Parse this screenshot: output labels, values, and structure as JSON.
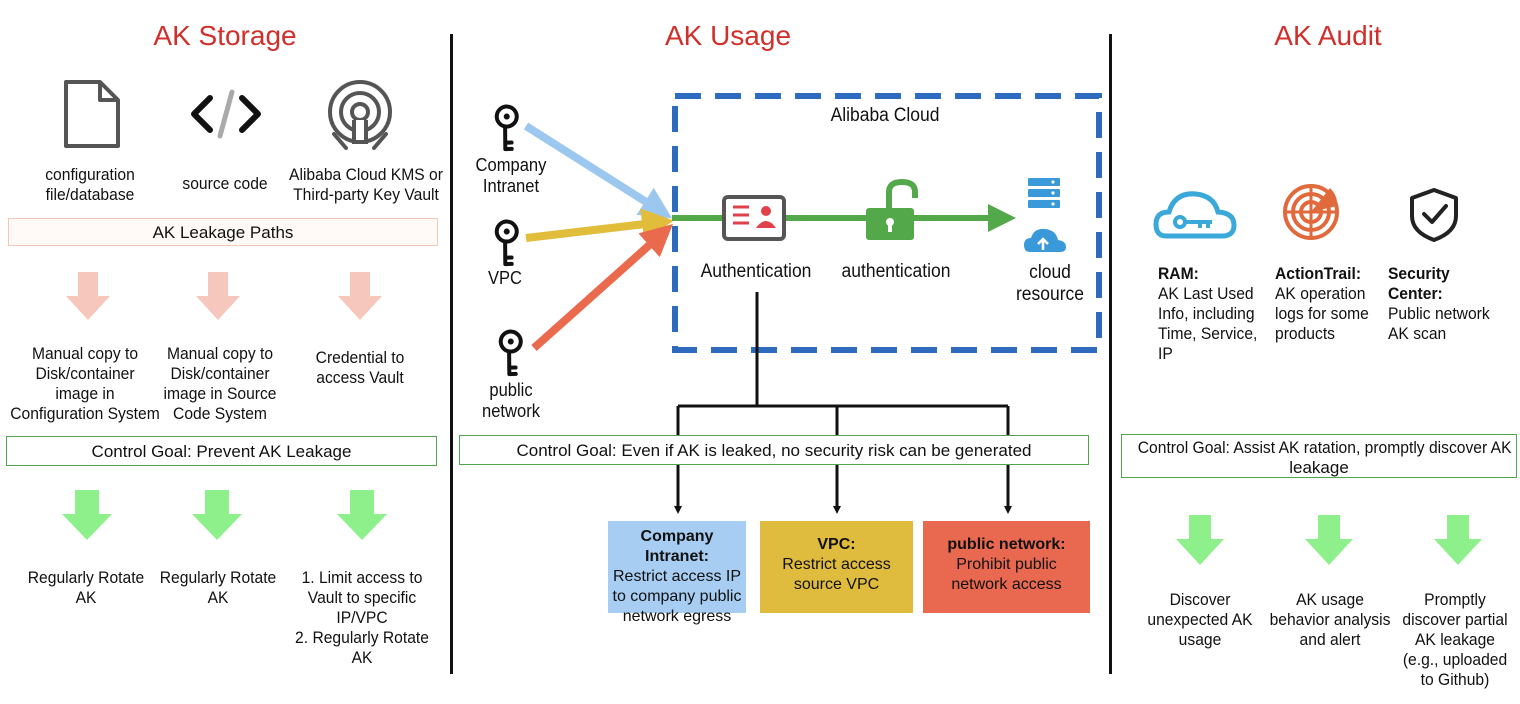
{
  "colors": {
    "heading": "#d0302b",
    "leak_arrow": "#f6c7bd",
    "goal_arrow": "#8ef08a",
    "dashed_border": "#2e6bbf",
    "intranet_arrow": "#9cc8ef",
    "vpc_arrow": "#e2bd3c",
    "public_arrow": "#ea6a4e",
    "main_flow": "#53a84a",
    "intranet_box": "#a7cdf2",
    "vpc_box": "#dfbb3e",
    "public_box": "#e8694f"
  },
  "storage": {
    "heading": "AK Storage",
    "items": [
      {
        "icon": "file-icon",
        "label_l1": "configuration",
        "label_l2": "file/database"
      },
      {
        "icon": "code-icon",
        "label_l1": "source code",
        "label_l2": ""
      },
      {
        "icon": "kms-icon",
        "label_l1": "Alibaba Cloud KMS or",
        "label_l2": "Third-party Key Vault"
      }
    ],
    "leak_paths": "AK Leakage Paths",
    "paths": [
      [
        "Manual copy to",
        "Disk/container",
        "image in",
        "Configuration System"
      ],
      [
        "Manual copy to",
        "Disk/container",
        "image in Source",
        "Code System"
      ],
      [
        "Credential to",
        "access Vault"
      ]
    ],
    "goal": "Control Goal: Prevent AK Leakage",
    "measures": [
      [
        "Regularly Rotate",
        "AK"
      ],
      [
        "Regularly Rotate",
        "AK"
      ],
      [
        "1. Limit access to",
        "Vault to specific",
        "IP/VPC",
        "2. Regularly Rotate",
        "AK"
      ]
    ]
  },
  "usage": {
    "heading": "AK Usage",
    "cloud_label": "Alibaba Cloud",
    "sources": [
      {
        "l1": "Company",
        "l2": "Intranet"
      },
      {
        "l1": "VPC",
        "l2": ""
      },
      {
        "l1": "public",
        "l2": "network"
      }
    ],
    "step1": "Authentication",
    "step2": "authentication",
    "resource_l1": "cloud",
    "resource_l2": "resource",
    "goal": "Control Goal: Even if AK is leaked, no security risk can be generated",
    "controls": [
      {
        "title": "Company Intranet:",
        "l1": "Restrict access IP",
        "l2": "to company public",
        "l3": "network egress"
      },
      {
        "title": "VPC:",
        "l1": "Restrict access",
        "l2": "source VPC",
        "l3": ""
      },
      {
        "title": "public network:",
        "l1": "Prohibit public",
        "l2": "network access",
        "l3": ""
      }
    ]
  },
  "audit": {
    "heading": "AK Audit",
    "tools": [
      {
        "name": "RAM:",
        "lines": [
          "AK Last Used",
          "Info, including",
          "Time, Service,",
          "IP"
        ]
      },
      {
        "name": "ActionTrail:",
        "lines": [
          "AK operation",
          "logs for some",
          "products"
        ]
      },
      {
        "name": "Security Center:",
        "lines": [
          "Public network",
          "AK scan"
        ]
      }
    ],
    "goal_l1": "Control Goal: Assist AK ratation, promptly discover AK",
    "goal_l2": "leakage",
    "outcomes": [
      [
        "Discover",
        "unexpected AK",
        "usage"
      ],
      [
        "AK usage",
        "behavior analysis",
        "and alert"
      ],
      [
        "Promptly",
        "discover partial",
        "AK leakage",
        "(e.g., uploaded",
        "to Github)"
      ]
    ]
  }
}
